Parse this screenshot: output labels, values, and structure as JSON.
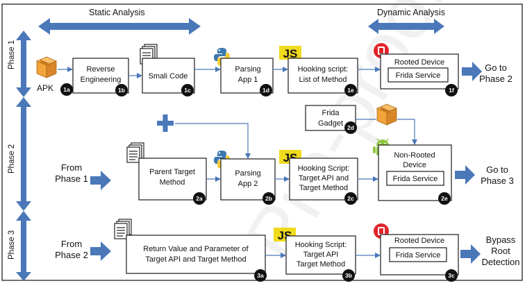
{
  "watermark": "Pre-proof",
  "headers": {
    "static": "Static Analysis",
    "dynamic": "Dynamic Analysis"
  },
  "phases": [
    "Phase 1",
    "Phase 2",
    "Phase 3"
  ],
  "row1": {
    "apk": "APK",
    "reverse_line1": "Reverse",
    "reverse_line2": "Engineering",
    "smali": "Smali Code",
    "parsing_line1": "Parsing",
    "parsing_line2": "App 1",
    "hook_line1": "Hooking script:",
    "hook_line2": "List of Method",
    "rooted": "Rooted Device",
    "frida": "Frida Service",
    "go_line1": "Go to",
    "go_line2": "Phase 2",
    "badges": [
      "1a",
      "1b",
      "1c",
      "1d",
      "1e",
      "1f"
    ]
  },
  "row2": {
    "gadget_line1": "Frida",
    "gadget_line2": "Gadget",
    "from_line1": "From",
    "from_line2": "Phase 1",
    "parent_line1": "Parent Target",
    "parent_line2": "Method",
    "parsing_line1": "Parsing",
    "parsing_line2": "App 2",
    "hook_line1": "Hooking Script:",
    "hook_line2": "Target API and",
    "hook_line3": "Target Method",
    "nonrooted_line1": "Non-Rooted",
    "nonrooted_line2": "Device",
    "frida": "Frida Service",
    "go_line1": "Go to",
    "go_line2": "Phase 3",
    "badges": [
      "2d",
      "2a",
      "2b",
      "2c",
      "2e"
    ]
  },
  "row3": {
    "from_line1": "From",
    "from_line2": "Phase 2",
    "return_line1": "Return Value and Parameter of",
    "return_line2": "Target API and Target Method",
    "hook_line1": "Hooking Script:",
    "hook_line2": "Target API",
    "hook_line3": "Target Method",
    "rooted": "Rooted Device",
    "frida": "Frida Service",
    "out_line1": "Bypass",
    "out_line2": "Root",
    "out_line3": "Detection",
    "badges": [
      "3a",
      "3b",
      "3c"
    ]
  },
  "js_label": "JS",
  "colors": {
    "arrow_blue": "#4a78b8",
    "js_yellow": "#f0db1e",
    "android_green": "#8cc63e",
    "root_red": "#e0262b",
    "apk_orange": "#f2a33a",
    "python_blue": "#3d79b0",
    "python_yellow": "#f5cc3a"
  }
}
